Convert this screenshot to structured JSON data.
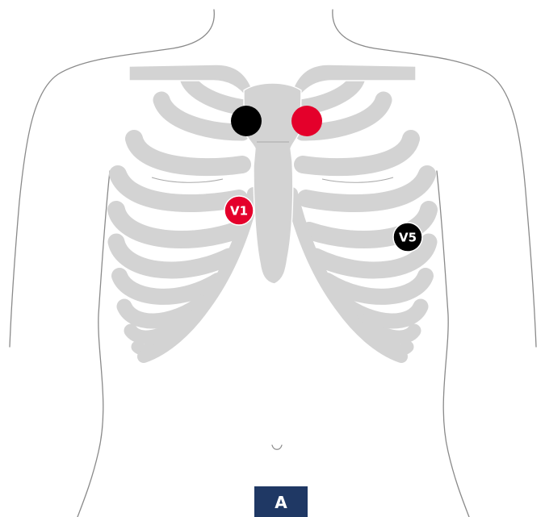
{
  "panel": {
    "label": "A"
  },
  "electrodes": [
    {
      "id": "right-arm",
      "label": "",
      "color": "#000000"
    },
    {
      "id": "left-arm",
      "label": "",
      "color": "#e4002b"
    },
    {
      "id": "v1",
      "label": "V1",
      "color": "#e4002b"
    },
    {
      "id": "v5",
      "label": "V5",
      "color": "#000000"
    }
  ],
  "colors": {
    "bone": "#d3d3d3",
    "outline": "#8a8a8a",
    "red": "#e4002b",
    "black": "#000000",
    "panel_bg": "#1f3864"
  }
}
